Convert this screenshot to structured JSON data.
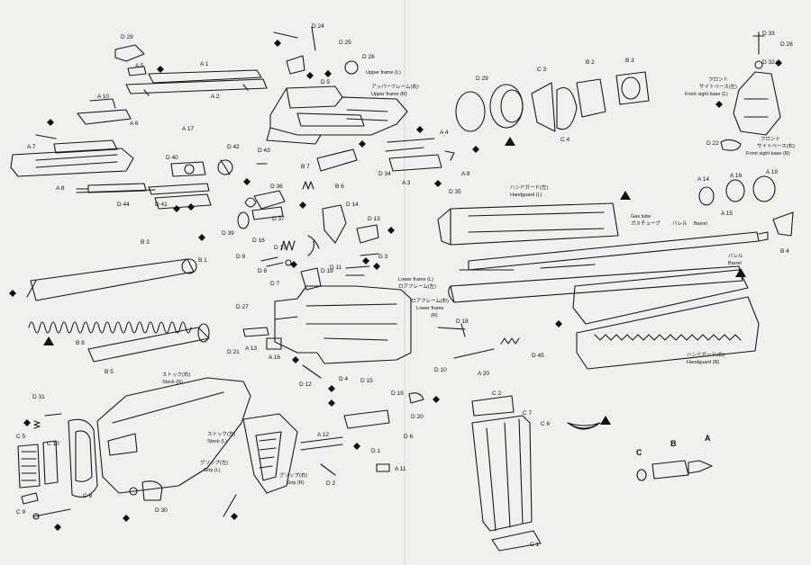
{
  "parts": {
    "d29_top": "D 29",
    "d24": "D 24",
    "d25": "D 25",
    "d26": "D 26",
    "d5": "D 5",
    "a5": "A 5",
    "a1": "A 1",
    "a2": "A 2",
    "a10": "A 10",
    "a6": "A 6",
    "a7": "A 7",
    "a8": "A 8",
    "a17": "A 17",
    "d42": "D 42",
    "d43": "D 43",
    "d40": "D 40",
    "d44": "D 44",
    "d41": "D 41",
    "d36": "D 36",
    "d37": "D 37",
    "d39": "D 39",
    "d16": "D 16",
    "d17": "D 17",
    "d9": "D 9",
    "d8": "D 8",
    "d7": "D 7",
    "d27": "D 27",
    "d21": "D 21",
    "a13": "A 13",
    "a16": "A 16",
    "d11": "D 11",
    "d18_mid": "D 18",
    "d14": "D 14",
    "d13": "D 13",
    "d3": "D 3",
    "d4": "D 4",
    "d12": "D 12",
    "d10": "D 10",
    "d15": "D 15",
    "d19": "D 19",
    "d20": "D 20",
    "d6": "D 6",
    "a12": "A 12",
    "d1": "D 1",
    "d2": "D 2",
    "a11": "A 11",
    "b7": "B 7",
    "b6": "B 6",
    "d34": "D 34",
    "a3": "A 3",
    "a4": "A 4",
    "a9": "A 9",
    "d35": "D 35",
    "b1": "B 1",
    "b3": "B 3",
    "b8": "B 8",
    "b5": "B 5",
    "d29_mid": "D 29",
    "c3_top": "C 3",
    "c4": "C 4",
    "b2": "B 2",
    "b3_top": "B 3",
    "d33": "D 33",
    "d28": "D 28",
    "d32": "D 32",
    "d22": "D 22",
    "a14": "A 14",
    "a18": "A 18",
    "a19": "A 19",
    "a15": "A 15",
    "b4": "B 4",
    "d18_right": "D 18",
    "a20": "A 20",
    "d45": "D 45",
    "c2": "C 2",
    "c7": "C 7",
    "c6": "C 6",
    "c1": "C 1",
    "d31": "D 31",
    "c5": "C 5",
    "c10": "C 10",
    "c8": "C 8",
    "c9": "C 9",
    "d30": "D 30"
  },
  "names": {
    "upper_frame_l_en": "Upper frame (L)",
    "upper_frame_r_jp": "アッパーフレーム(右)",
    "upper_frame_r_en": "Upper frame (R)",
    "front_sight_l_jp1": "フロント",
    "front_sight_l_jp2": "サイトベース(左)",
    "front_sight_l_en": "Front sight base (L)",
    "front_sight_r_jp1": "フロント",
    "front_sight_r_jp2": "サイトベース(右)",
    "front_sight_r_en": "Front sight base (R)",
    "handguard_l_jp": "ハンドガード(左)",
    "handguard_l_en": "Handguard (L)",
    "gas_tube_en": "Gas tube",
    "gas_tube_jp": "ガスチューブ",
    "barrel_jp": "バレル",
    "barrel_en": "Barrel",
    "barrel2_jp": "バレル",
    "barrel2_en": "Barrel",
    "lower_frame_l_en": "Lower frame (L)",
    "lower_frame_l_jp": "ロアフレーム(左)",
    "lower_frame_r_jp": "ロアフレーム(右)",
    "lower_frame_r_en1": "Lower frame",
    "lower_frame_r_en2": "(R)",
    "handguard_r_jp": "ハンドガード(右)",
    "handguard_r_en": "Handguard (R)",
    "stock_r_jp": "ストック(右)",
    "stock_r_en": "Stock (R)",
    "stock_l_jp": "ストック(左)",
    "stock_l_en": "Stock (L)",
    "grip_l_jp": "グリップ(左)",
    "grip_l_en": "Grip (L)",
    "grip_r_jp": "グリップ(右)",
    "grip_r_en": "Grip (R)"
  },
  "cartridge": {
    "c": "C",
    "b": "B",
    "a": "A"
  },
  "colors": {
    "paper": "#f0f0ee",
    "ink": "#1a1a1a",
    "marker": "#111111"
  }
}
